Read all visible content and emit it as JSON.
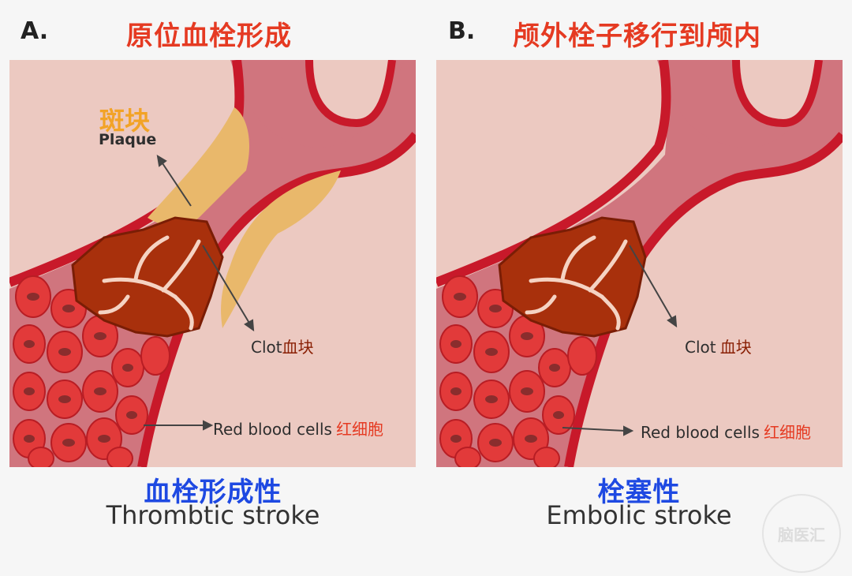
{
  "panel_a": {
    "letter": "A.",
    "title": "原位血栓形成",
    "plaque_cn": "斑块",
    "plaque_en": "Plaque",
    "clot_en": "Clot",
    "clot_cn": "血块",
    "rbc_en": "Red blood cells",
    "rbc_cn": "红细胞",
    "caption_cn": "血栓形成性",
    "caption_en": "Thrombtic stroke"
  },
  "panel_b": {
    "letter": "B.",
    "title": "颅外栓子移行到颅内",
    "clot_en": "Clot",
    "clot_cn": "血块",
    "rbc_en": "Red blood cells",
    "rbc_cn": "红细胞",
    "caption_cn": "栓塞性",
    "caption_en": "Embolic stroke"
  },
  "watermark": "脑医汇",
  "colors": {
    "title_red": "#e53a22",
    "caption_blue": "#1e49e2",
    "plaque_orange": "#f2a327",
    "clot_brown": "#8a2005",
    "vessel_red": "#c8192a",
    "tissue_pink": "#ecc9c1"
  }
}
